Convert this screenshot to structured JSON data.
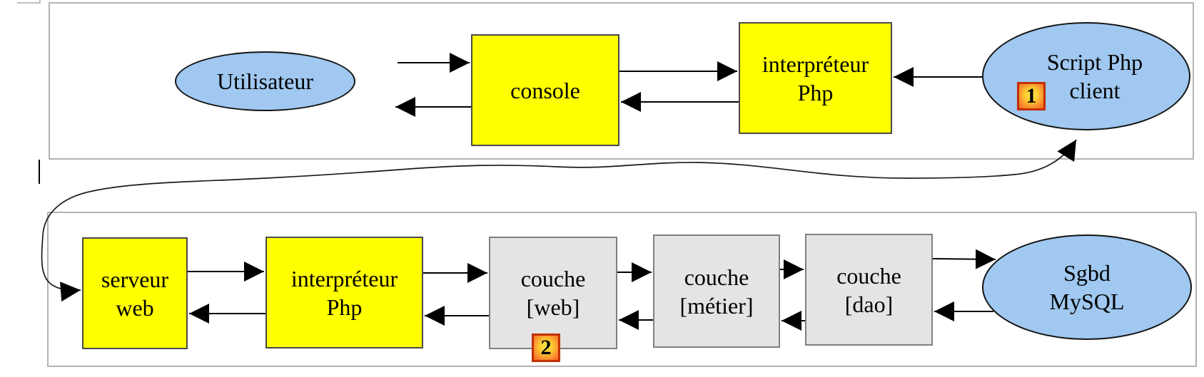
{
  "diagram": {
    "top_row": {
      "utilisateur": "Utilisateur",
      "console": "console",
      "interpreteur": "interpréteur\nPhp",
      "script_client": "Script Php\nclient",
      "badge1": "1"
    },
    "bottom_row": {
      "serveur_web": "serveur\nweb",
      "interpreteur": "interpréteur\nPhp",
      "couche_web": "couche\n[web]",
      "couche_metier": "couche\n[métier]",
      "couche_dao": "couche\n[dao]",
      "sgbd": "Sgbd\nMySQL",
      "badge2": "2"
    },
    "colors": {
      "process_fill": "#ffff00",
      "process_border": "#4a4a4a",
      "layer_fill": "#e4e4e4",
      "layer_border": "#808080",
      "actor_fill": "#a0c8f0",
      "panel_border": "#b3b3b3",
      "badge_border": "#c23000",
      "badge_fill_center": "#ffe94d",
      "badge_fill_edge": "#f4641e"
    }
  }
}
